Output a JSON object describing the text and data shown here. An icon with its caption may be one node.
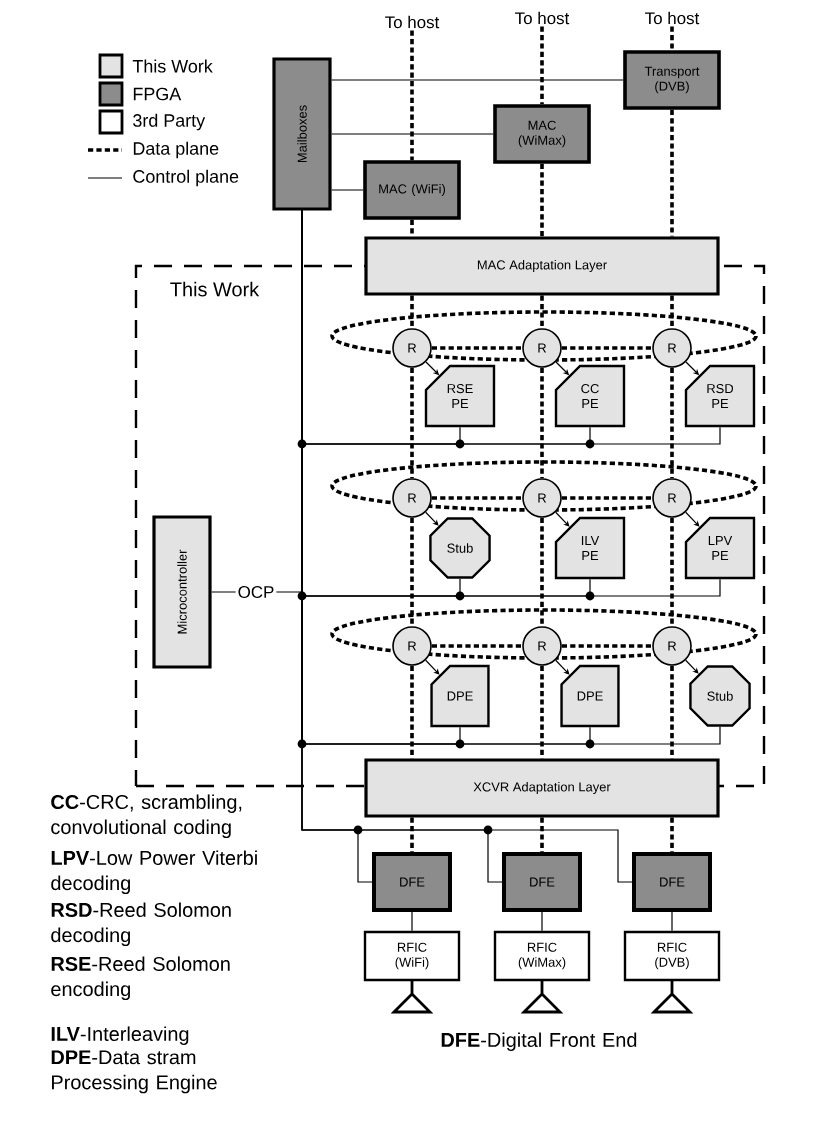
{
  "diagram": {
    "nodes": [
      {
        "text": [
          "To host"
        ]
      },
      {
        "text": [
          "To host"
        ]
      },
      {
        "text": [
          "To host"
        ]
      },
      {
        "text": [
          "Mailboxes"
        ]
      },
      {
        "text": [
          "Transport (DVB)"
        ]
      },
      {
        "text": [
          "MAC (WiMax)"
        ]
      },
      {
        "text": [
          "MAC (WiFi)"
        ]
      },
      {
        "text": [
          "MAC Adaptation Layer"
        ]
      },
      {
        "text": [
          "This Work"
        ]
      },
      {
        "text": [
          "R"
        ],
        "in": 8
      },
      {
        "text": [
          "RSE PE"
        ],
        "in": 8
      },
      {
        "text": [
          "R"
        ],
        "in": 8
      },
      {
        "text": [
          "CC PE"
        ],
        "in": 8
      },
      {
        "text": [
          "R"
        ],
        "in": 8
      },
      {
        "text": [
          "RSD PE"
        ],
        "in": 8
      },
      {
        "text": [
          "R"
        ],
        "in": 8
      },
      {
        "text": [
          "Stub"
        ],
        "in": 8
      },
      {
        "text": [
          "R"
        ],
        "in": 8
      },
      {
        "text": [
          "ILV PE"
        ],
        "in": 8
      },
      {
        "text": [
          "R"
        ],
        "in": 8
      },
      {
        "text": [
          "LPV PE"
        ],
        "in": 8
      },
      {
        "text": [
          "R"
        ],
        "in": 8
      },
      {
        "text": [
          "DPE"
        ],
        "in": 8
      },
      {
        "text": [
          "R"
        ],
        "in": 8
      },
      {
        "text": [
          "DPE"
        ],
        "in": 8
      },
      {
        "text": [
          "R"
        ],
        "in": 8
      },
      {
        "text": [
          "Stub"
        ],
        "in": 8
      },
      {
        "text": [
          "Microcontroller"
        ],
        "in": 8
      },
      {
        "text": [
          "XCVR Adaptation Layer"
        ]
      },
      {
        "text": [
          "DFE"
        ]
      },
      {
        "text": [
          "DFE"
        ]
      },
      {
        "text": [
          "DFE"
        ]
      },
      {
        "text": [
          "RFIC (WiFi)"
        ]
      },
      {
        "text": [
          "RFIC (WiMax)"
        ]
      },
      {
        "text": [
          "RFIC (DVB)"
        ]
      }
    ],
    "edges": [
      {
        "from": 0,
        "to": 6,
        "arrow": "none",
        "style": "dashed"
      },
      {
        "from": 1,
        "to": 5,
        "arrow": "none",
        "style": "dashed"
      },
      {
        "from": 2,
        "to": 4,
        "arrow": "none",
        "style": "dashed"
      },
      {
        "from": 6,
        "to": 7,
        "arrow": "none",
        "style": "dashed"
      },
      {
        "from": 5,
        "to": 7,
        "arrow": "none",
        "style": "dashed"
      },
      {
        "from": 4,
        "to": 7,
        "arrow": "none",
        "style": "dashed"
      },
      {
        "from": 7,
        "to": 9,
        "arrow": "none",
        "style": "dashed"
      },
      {
        "from": 7,
        "to": 11,
        "arrow": "none",
        "style": "dashed"
      },
      {
        "from": 7,
        "to": 13,
        "arrow": "none",
        "style": "dashed"
      },
      {
        "from": 9,
        "to": 15,
        "arrow": "none",
        "style": "dashed"
      },
      {
        "from": 11,
        "to": 17,
        "arrow": "none",
        "style": "dashed"
      },
      {
        "from": 13,
        "to": 19,
        "arrow": "none",
        "style": "dashed"
      },
      {
        "from": 15,
        "to": 21,
        "arrow": "none",
        "style": "dashed"
      },
      {
        "from": 17,
        "to": 23,
        "arrow": "none",
        "style": "dashed"
      },
      {
        "from": 19,
        "to": 25,
        "arrow": "none",
        "style": "dashed"
      },
      {
        "from": 21,
        "to": 28,
        "arrow": "none",
        "style": "dashed"
      },
      {
        "from": 23,
        "to": 28,
        "arrow": "none",
        "style": "dashed"
      },
      {
        "from": 25,
        "to": 28,
        "arrow": "none",
        "style": "dashed"
      },
      {
        "from": 28,
        "to": 29,
        "arrow": "none",
        "style": "dashed"
      },
      {
        "from": 28,
        "to": 30,
        "arrow": "none",
        "style": "dashed"
      },
      {
        "from": 28,
        "to": 31,
        "arrow": "none",
        "style": "dashed"
      },
      {
        "from": 9,
        "to": 11,
        "arrow": "none",
        "style": "dashed"
      },
      {
        "from": 11,
        "to": 13,
        "arrow": "none",
        "style": "dashed"
      },
      {
        "from": 15,
        "to": 17,
        "arrow": "none",
        "style": "dashed"
      },
      {
        "from": 17,
        "to": 19,
        "arrow": "none",
        "style": "dashed"
      },
      {
        "from": 21,
        "to": 23,
        "arrow": "none",
        "style": "dashed"
      },
      {
        "from": 23,
        "to": 25,
        "arrow": "none",
        "style": "dashed"
      },
      {
        "from": 3,
        "to": 6,
        "arrow": "none"
      },
      {
        "from": 3,
        "to": 5,
        "arrow": "none"
      },
      {
        "from": 3,
        "to": 4,
        "arrow": "none"
      },
      {
        "from": 9,
        "to": 10,
        "arrow": "to"
      },
      {
        "from": 11,
        "to": 12,
        "arrow": "to"
      },
      {
        "from": 13,
        "to": 14,
        "arrow": "to"
      },
      {
        "from": 15,
        "to": 16,
        "arrow": "to"
      },
      {
        "from": 17,
        "to": 18,
        "arrow": "to"
      },
      {
        "from": 19,
        "to": 20,
        "arrow": "to"
      },
      {
        "from": 21,
        "to": 22,
        "arrow": "to"
      },
      {
        "from": 23,
        "to": 24,
        "arrow": "to"
      },
      {
        "from": 25,
        "to": 26,
        "arrow": "to"
      },
      {
        "from": 3,
        "to": 10,
        "arrow": "none"
      },
      {
        "from": 3,
        "to": 12,
        "arrow": "none"
      },
      {
        "from": 3,
        "to": 14,
        "arrow": "none"
      },
      {
        "from": 3,
        "to": 16,
        "arrow": "none"
      },
      {
        "from": 3,
        "to": 18,
        "arrow": "none"
      },
      {
        "from": 3,
        "to": 20,
        "arrow": "none"
      },
      {
        "from": 3,
        "to": 22,
        "arrow": "none"
      },
      {
        "from": 3,
        "to": 24,
        "arrow": "none"
      },
      {
        "from": 3,
        "to": 26,
        "arrow": "none"
      },
      {
        "from": 3,
        "to": 29,
        "arrow": "none"
      },
      {
        "from": 3,
        "to": 30,
        "arrow": "none"
      },
      {
        "from": 3,
        "to": 31,
        "arrow": "none"
      },
      {
        "from": 27,
        "to": 3,
        "arrow": "none",
        "label": "OCP"
      },
      {
        "from": 29,
        "to": 32,
        "arrow": "none"
      },
      {
        "from": 30,
        "to": 33,
        "arrow": "none"
      },
      {
        "from": 31,
        "to": 34,
        "arrow": "none"
      }
    ],
    "labels": [
      "**CC**-CRC, scrambling, convolutional coding",
      "**LPV**-Low Power Viterbi decoding",
      "**RSD**-Reed Solomon decoding",
      "**RSE**-Reed Solomon encoding",
      "**ILV**-Interleaving",
      "**DPE**-Data stram Processing Engine",
      "**DFE**-Digital Front End"
    ],
    "legend": [
      {
        "text": "This Work",
        "color": "#e3e3e3"
      },
      {
        "text": "FPGA",
        "color": "#8c8c8c"
      },
      {
        "text": "3rd Party"
      },
      {
        "text": "Data plane"
      },
      {
        "text": "Control plane"
      }
    ]
  }
}
